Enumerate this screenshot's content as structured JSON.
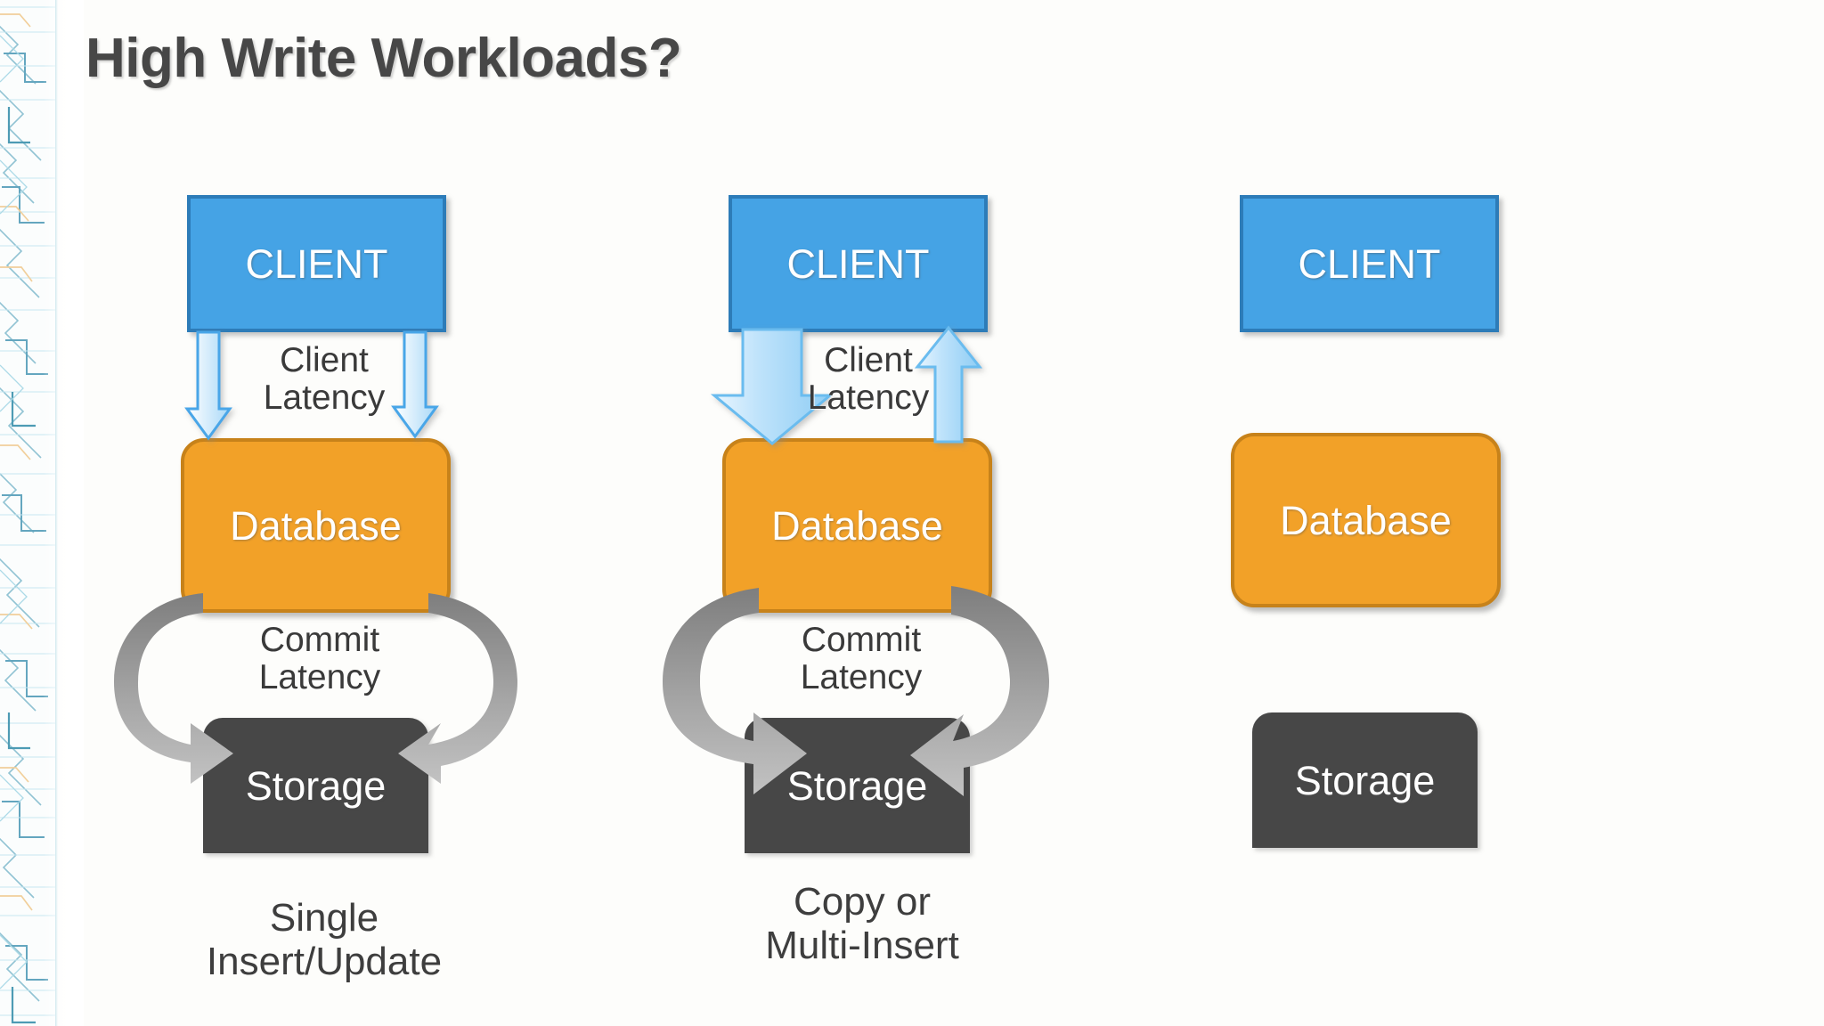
{
  "slide": {
    "title": "High Write Workloads?",
    "background_color": "#fdfdfb",
    "title_color": "#474747"
  },
  "palette": {
    "client_fill": "#45a3e5",
    "client_border": "#2d7cb8",
    "database_fill": "#f2a128",
    "database_border": "#c7821a",
    "storage_fill": "#474747",
    "arrow_blue_fill": "#bfe2fa",
    "arrow_blue_border": "#4aa6e8",
    "arrow_gray": "#9a9a9a",
    "label_text": "#3a3a3a"
  },
  "columns": [
    {
      "id": "single-insert-update",
      "client_label": "CLIENT",
      "database_label": "Database",
      "storage_label": "Storage",
      "client_latency_label": "Client\nLatency",
      "commit_latency_label": "Commit\nLatency",
      "caption": "Single\nInsert/Update",
      "arrow_weight": "thin",
      "has_client_arrows": true,
      "has_commit_arrows": true
    },
    {
      "id": "copy-or-multi-insert",
      "client_label": "CLIENT",
      "database_label": "Database",
      "storage_label": "Storage",
      "client_latency_label": "Client\nLatency",
      "commit_latency_label": "Commit\nLatency",
      "caption": "Copy or\nMulti-Insert",
      "arrow_weight": "thick",
      "has_client_arrows": true,
      "has_commit_arrows": true
    },
    {
      "id": "no-arrows",
      "client_label": "CLIENT",
      "database_label": "Database",
      "storage_label": "Storage",
      "client_latency_label": "",
      "commit_latency_label": "",
      "caption": "",
      "arrow_weight": "none",
      "has_client_arrows": false,
      "has_commit_arrows": false
    }
  ]
}
